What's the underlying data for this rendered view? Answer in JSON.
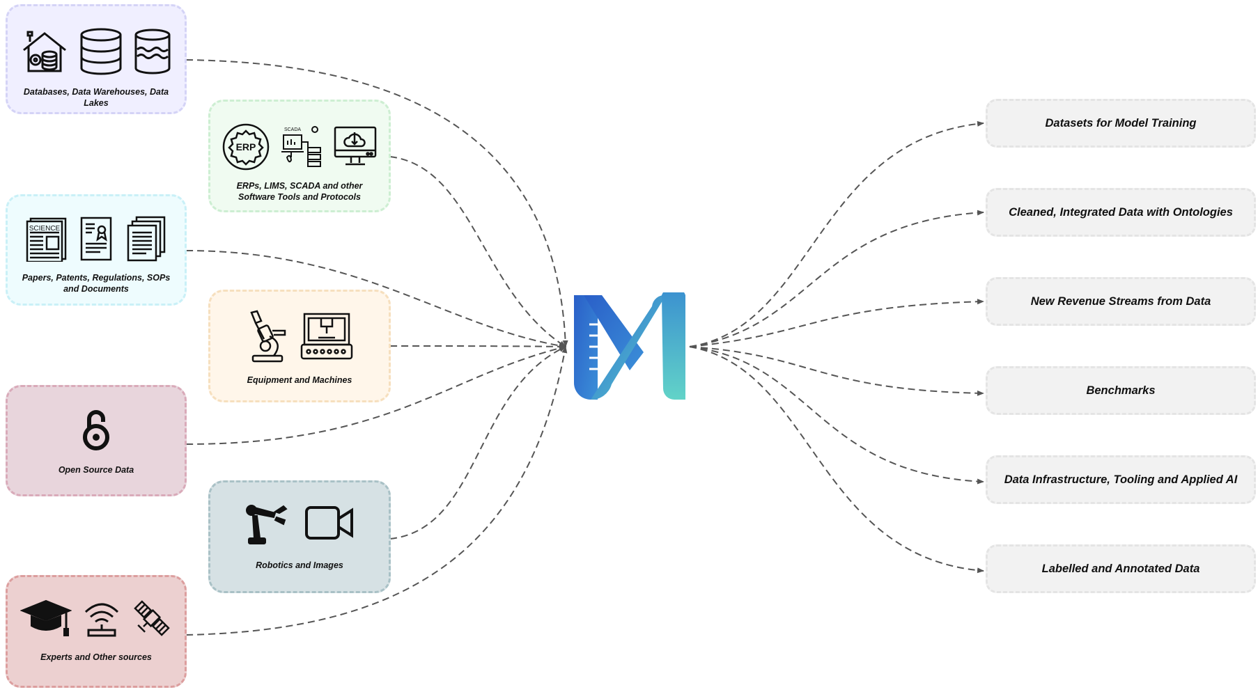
{
  "hub": {
    "icon": "monogram-logo-icon"
  },
  "sources": {
    "databases": {
      "label": "Databases, Data Warehouses, Data Lakes",
      "color": "#f0efff",
      "border": "#d4d3f6",
      "icons": [
        "data-house-icon",
        "database-icon",
        "data-lake-icon"
      ]
    },
    "erp": {
      "label": "ERPs, LIMS, SCADA and other Software Tools and Protocols",
      "color": "#f0fbf1",
      "border": "#cdeed2",
      "icons": [
        "erp-gear-icon",
        "scada-icon",
        "cloud-monitor-icon"
      ],
      "scada_text": "SCADA",
      "erp_text": "ERP"
    },
    "papers": {
      "label": "Papers, Patents, Regulations, SOPs and Documents",
      "color": "#eefcfe",
      "border": "#c9f0f7",
      "icons": [
        "newspaper-icon",
        "certificate-icon",
        "documents-icon"
      ],
      "science_text": "SCIENCE"
    },
    "equipment": {
      "label": "Equipment and Machines",
      "color": "#fff6ea",
      "border": "#f6dfbe",
      "icons": [
        "microscope-icon",
        "machine-icon"
      ]
    },
    "opensource": {
      "label": "Open Source Data",
      "color": "#e8d5dc",
      "border": "#d9aab9",
      "icons": [
        "open-access-icon"
      ]
    },
    "robotics": {
      "label": "Robotics and Images",
      "color": "#d6e1e4",
      "border": "#a9c1c6",
      "icons": [
        "robot-arm-icon",
        "video-camera-icon"
      ]
    },
    "experts": {
      "label": "Experts and Other sources",
      "color": "#ecd0d0",
      "border": "#dc9e9e",
      "icons": [
        "graduation-cap-icon",
        "wireless-antenna-icon",
        "satellite-icon"
      ]
    }
  },
  "outputs": [
    {
      "label": "Datasets for Model Training"
    },
    {
      "label": "Cleaned, Integrated Data with Ontologies"
    },
    {
      "label": "New Revenue Streams from Data"
    },
    {
      "label": "Benchmarks"
    },
    {
      "label": "Data Infrastructure, Tooling and Applied AI"
    },
    {
      "label": "Labelled and Annotated Data"
    }
  ],
  "colors": {
    "edge": "#555555",
    "logo_blue": "#2f6fd0",
    "logo_teal": "#5ed2c9",
    "output_bg": "#f2f2f2"
  }
}
